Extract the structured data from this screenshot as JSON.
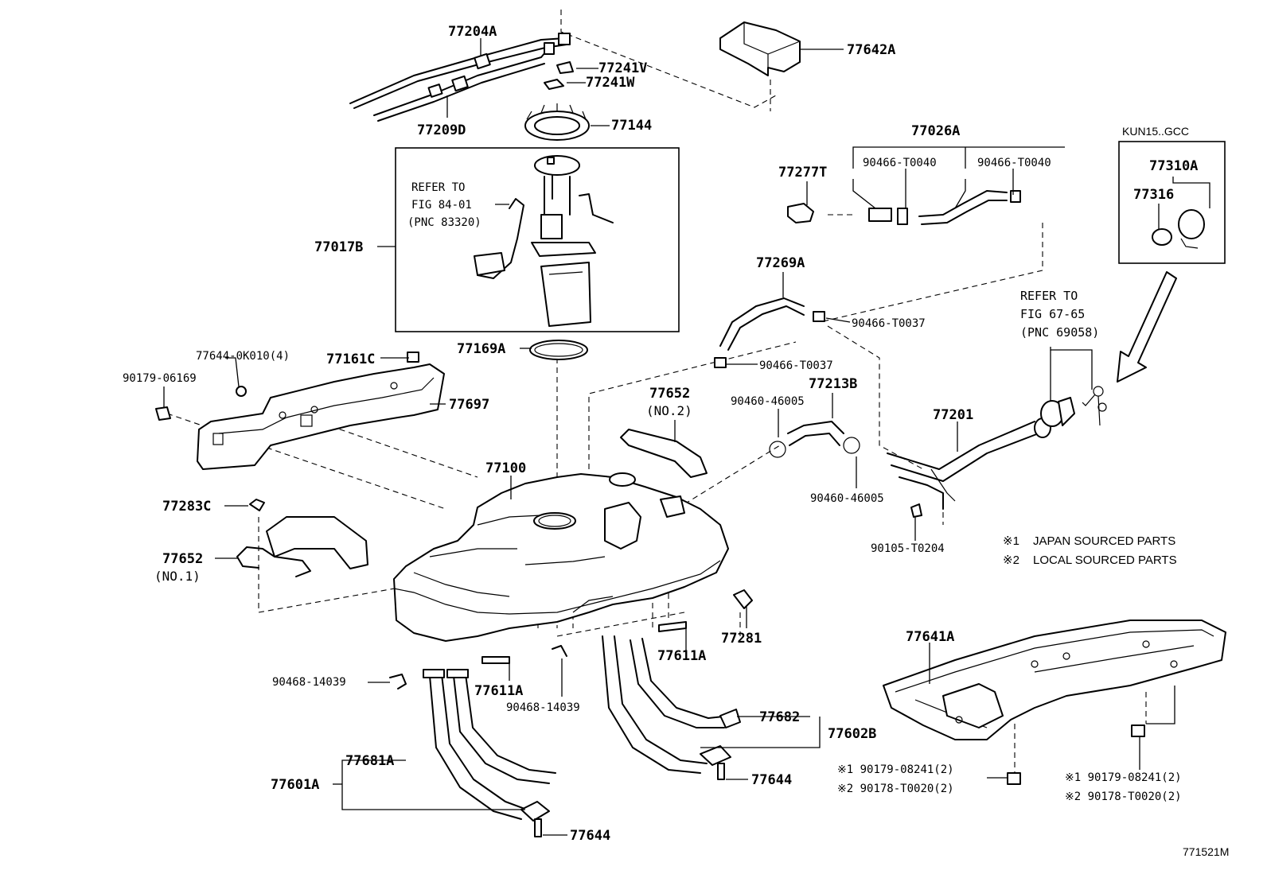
{
  "diagram_code": "771521M",
  "model_code": "KUN15..GCC",
  "notes": [
    {
      "mark": "※1",
      "text": "JAPAN SOURCED PARTS"
    },
    {
      "mark": "※2",
      "text": "LOCAL SOURCED PARTS"
    }
  ],
  "refs": {
    "fuel_pump": [
      "REFER TO",
      "FIG 84-01",
      "(PNC 83320)"
    ],
    "filler": [
      "REFER TO",
      "FIG 67-65",
      "(PNC 69058)"
    ]
  },
  "parts": {
    "p77204A": "77204A",
    "p77241V": "77241V",
    "p77241W": "77241W",
    "p77209D": "77209D",
    "p77144": "77144",
    "p77642A": "77642A",
    "p77017B": "77017B",
    "p77169A": "77169A",
    "p77026A": "77026A",
    "p77277T": "77277T",
    "p90466_T0040a": "90466-T0040",
    "p90466_T0040b": "90466-T0040",
    "p77310A": "77310A",
    "p77316": "77316",
    "p77269A": "77269A",
    "p90466_T0037a": "90466-T0037",
    "p90466_T0037b": "90466-T0037",
    "p77644_0K010": "77644-0K010(4)",
    "p77161C": "77161C",
    "p90179_06169": "90179-06169",
    "p77697": "77697",
    "p77652_no2": "77652",
    "p77652_no2_sub": "(NO.2)",
    "p90460_46005a": "90460-46005",
    "p77213B": "77213B",
    "p77201": "77201",
    "p90460_46005b": "90460-46005",
    "p90105_T0204": "90105-T0204",
    "p77100": "77100",
    "p77283C": "77283C",
    "p77652_no1": "77652",
    "p77652_no1_sub": "(NO.1)",
    "p77281": "77281",
    "p77611A_a": "77611A",
    "p77611A_b": "77611A",
    "p90468_14039a": "90468-14039",
    "p90468_14039b": "90468-14039",
    "p77641A": "77641A",
    "p77682": "77682",
    "p77602B": "77602B",
    "p77644a": "77644",
    "p77681A": "77681A",
    "p77601A": "77601A",
    "p77644b": "77644",
    "p90179_08241a": "※1 90179-08241(2)",
    "p90178_T0020a": "※2 90178-T0020(2)",
    "p90179_08241b": "※1 90179-08241(2)",
    "p90178_T0020b": "※2 90178-T0020(2)"
  }
}
